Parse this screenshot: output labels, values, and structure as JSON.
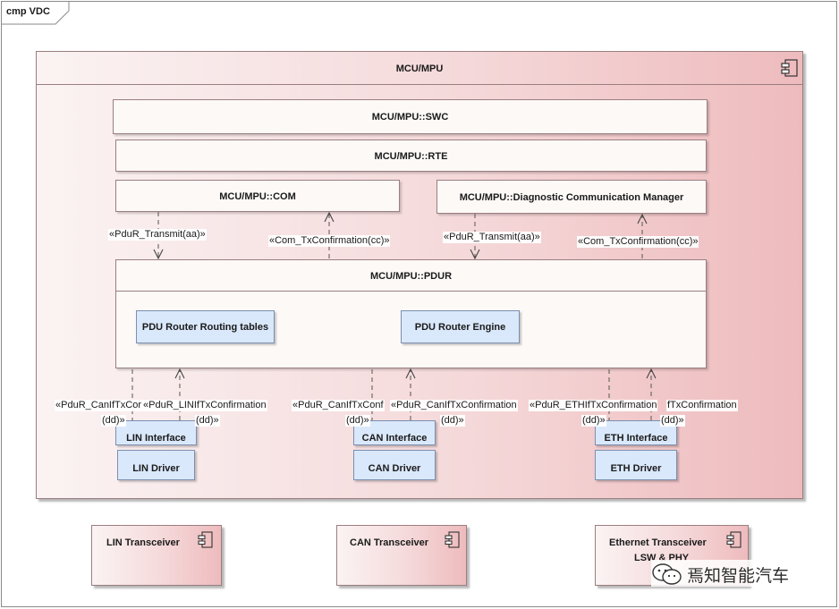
{
  "frame": {
    "label": "cmp VDC"
  },
  "mcu": {
    "title": "MCU/MPU"
  },
  "layers": {
    "swc": "MCU/MPU::SWC",
    "rte": "MCU/MPU::RTE",
    "com": "MCU/MPU::COM",
    "dcm": "MCU/MPU::Diagnostic Communication Manager",
    "pdur": "MCU/MPU::PDUR"
  },
  "pdur_parts": {
    "routing_tables": "PDU Router Routing tables",
    "engine": "PDU Router Engine"
  },
  "upper_labels": {
    "com_transmit": "«PduR_Transmit(aa)»",
    "com_txconf": "«Com_TxConfirmation(cc)»",
    "dcm_transmit": "«PduR_Transmit(aa)»",
    "dcm_txconf": "«Com_TxConfirmation(cc)»"
  },
  "lower_labels": {
    "lin_tx_a": "«PduR_CanIfTxCor",
    "lin_tx_b": "(dd)»",
    "lin_conf_a": "«PduR_LINIfTxConfirmation",
    "lin_conf_b": "(dd)»",
    "can_tx_a": "«PduR_CanIfTxConf",
    "can_tx_b": "(dd)»",
    "can_conf_a": "«PduR_CanIfTxConfirmation",
    "can_conf_b": "(dd)»",
    "eth_tx_a": "«PduR_ETHIfTxConfirmation",
    "eth_tx_b": "(dd)»",
    "eth_conf_a": "fTxConfirmation",
    "eth_conf_b": "(dd)»"
  },
  "interfaces": {
    "lin": "LIN Interface",
    "can": "CAN Interface",
    "eth": "ETH Interface"
  },
  "drivers": {
    "lin": "LIN Driver",
    "can": "CAN Driver",
    "eth": "ETH Driver"
  },
  "transceivers": {
    "lin": "LIN Transceiver",
    "can": "CAN Transceiver",
    "eth_a": "Ethernet Transceiver",
    "eth_b": "LSW & PHY"
  },
  "watermark": {
    "text": "焉知智能汽车"
  },
  "icons": [
    "component-icon",
    "wechat-icon"
  ]
}
